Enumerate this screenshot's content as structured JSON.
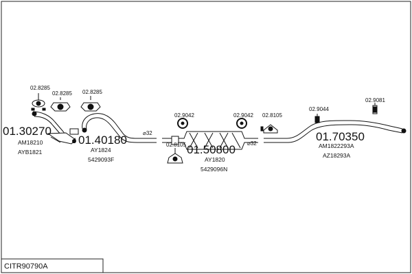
{
  "title": "CITR90790A",
  "parts": {
    "front_pipe": {
      "number": "01.30270",
      "codes": [
        "AM18210",
        "AYB1821"
      ]
    },
    "middle_pipe": {
      "number": "01.40180",
      "codes": [
        "AY1824",
        "5429093F"
      ]
    },
    "center_silencer": {
      "number": "01.50800",
      "codes": [
        "AY1820",
        "5429096N"
      ]
    },
    "rear_pipe": {
      "number": "01.70350",
      "codes": [
        "AM1822293A",
        "AZ18293A"
      ]
    }
  },
  "clamps": {
    "c1": "02.8285",
    "c2": "02.8285",
    "c3": "02.8285",
    "c4": "02.9042",
    "c5": "02.9042",
    "c6": "02.8105",
    "c7": "02.8105",
    "c8": "02.9044",
    "c9": "02.9081"
  },
  "diameter_marks": [
    "⌀32",
    "⌀32"
  ]
}
